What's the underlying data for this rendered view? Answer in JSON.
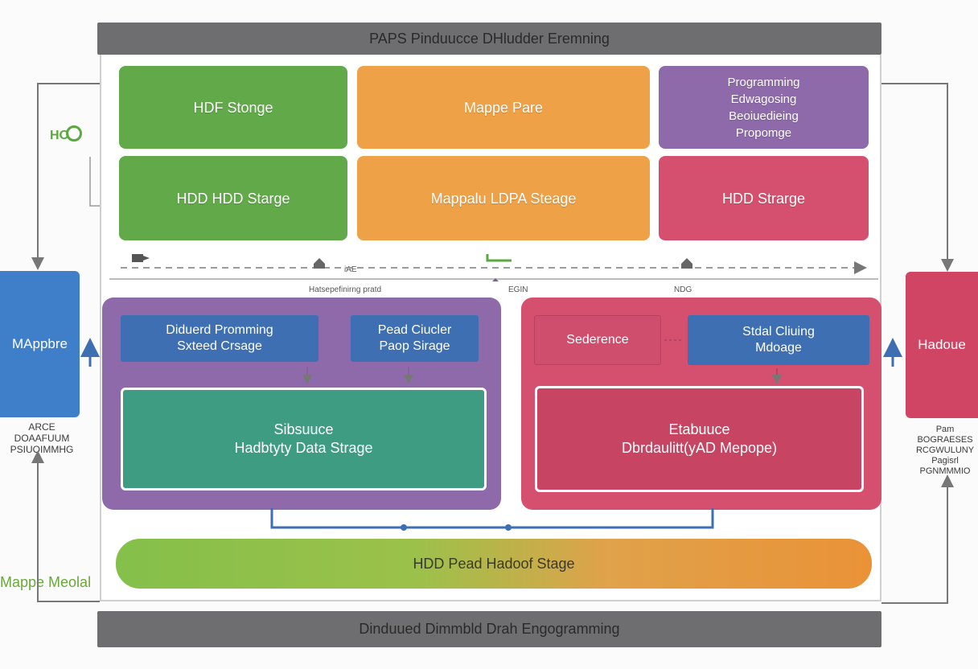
{
  "header": {
    "title": "PAPS Pinduucce DHludder Eremning"
  },
  "footer": {
    "title": "Dinduued Dimmbld Drah Engogramming"
  },
  "top_grid": {
    "row1": {
      "a": "HDF Stonge",
      "b": "Mappe Pare",
      "c": [
        "Programming",
        "Edwagosing",
        "Beoiuedieing",
        "Propomge"
      ]
    },
    "row2": {
      "a": "HDD HDD Starge",
      "b": "Mappalu LDPA Steage",
      "c": "HDD Strarge"
    }
  },
  "divider_labels": {
    "left": "Hatsepefinirng pratd",
    "mid": "EGIN",
    "right": "NDG",
    "small": "iAE"
  },
  "left_cluster": {
    "box1": [
      "Diduerd Promming",
      "Sxteed Crsage"
    ],
    "box2": [
      "Pead Ciucler",
      "Paop Sirage"
    ],
    "inner": [
      "Sibsuuce",
      "Hadbtyty Data Strage"
    ]
  },
  "right_cluster": {
    "box1": "Sederence",
    "box2": [
      "Stdal Cliuing",
      "Mdoage"
    ],
    "inner": [
      "Etabuuce",
      "Dbrdaulitt(yAD Mepope)"
    ]
  },
  "bottom_bar": {
    "label": "HDD Pead Hadoof Stage"
  },
  "left_side": {
    "box": "MAppbre",
    "caption": [
      "ARCE",
      "DOAAFUUM",
      "PSIUOIMMHG"
    ],
    "top_icon_label": "HO",
    "bottom_label": "Mappe Meolal"
  },
  "right_side": {
    "box": "Hadoue",
    "caption": [
      "Pam",
      "BOGRAESES",
      "RCGWULUNY",
      "Pagisrl",
      "PGNMMMIO"
    ]
  },
  "colors": {
    "green": "#62a94a",
    "orange": "#eea146",
    "purple": "#8e6aaa",
    "pink": "#d5506e",
    "blue": "#3e6fb2",
    "teal": "#3e9c82",
    "side_blue": "#3f7fc9",
    "side_pink": "#cf4563"
  }
}
